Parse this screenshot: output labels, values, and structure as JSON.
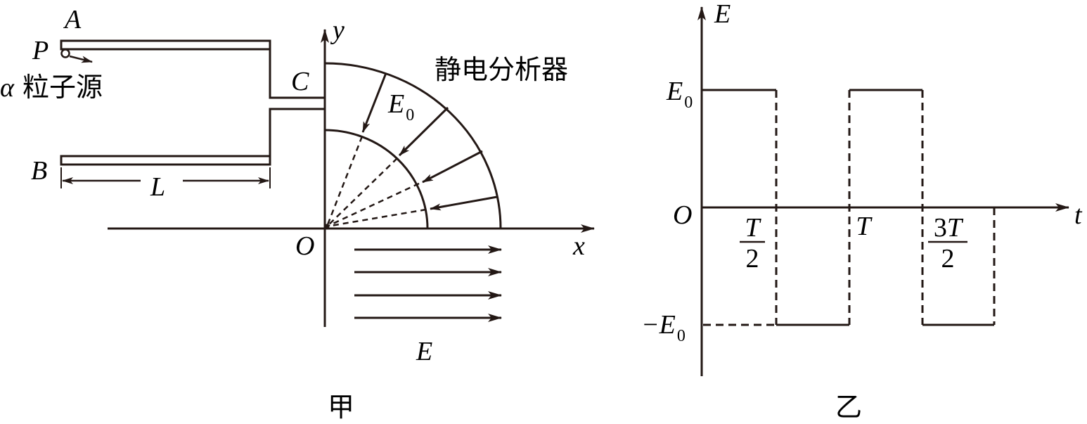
{
  "figure_left": {
    "caption": "甲",
    "labels": {
      "plate_a": "A",
      "plate_b": "B",
      "point_p": "P",
      "alpha": "α",
      "source": "粒子源",
      "length": "L",
      "slit_c": "C",
      "analyzer": "静电分析器",
      "e0_main": "E",
      "e0_sub": "0",
      "axis_y": "y",
      "axis_x": "x",
      "origin": "O",
      "field_e": "E"
    }
  },
  "figure_right": {
    "caption": "乙",
    "labels": {
      "axis_e": "E",
      "axis_t": "t",
      "origin": "O",
      "e0_main": "E",
      "e0_sub": "0",
      "neg_e0_main": "−E",
      "neg_e0_sub": "0",
      "half_t_num": "T",
      "half_t_den": "2",
      "t": "T",
      "three_half_t_num": "3T",
      "three_half_t_den": "2"
    },
    "waveform": {
      "type": "square",
      "amplitude": "E0",
      "period": "T",
      "segments": [
        {
          "from": "0",
          "to": "T/2",
          "value": "E0"
        },
        {
          "from": "T/2",
          "to": "T",
          "value": "-E0"
        },
        {
          "from": "T",
          "to": "3T/2",
          "value": "E0"
        },
        {
          "from": "3T/2",
          "to": "2T",
          "value": "-E0"
        }
      ]
    }
  }
}
